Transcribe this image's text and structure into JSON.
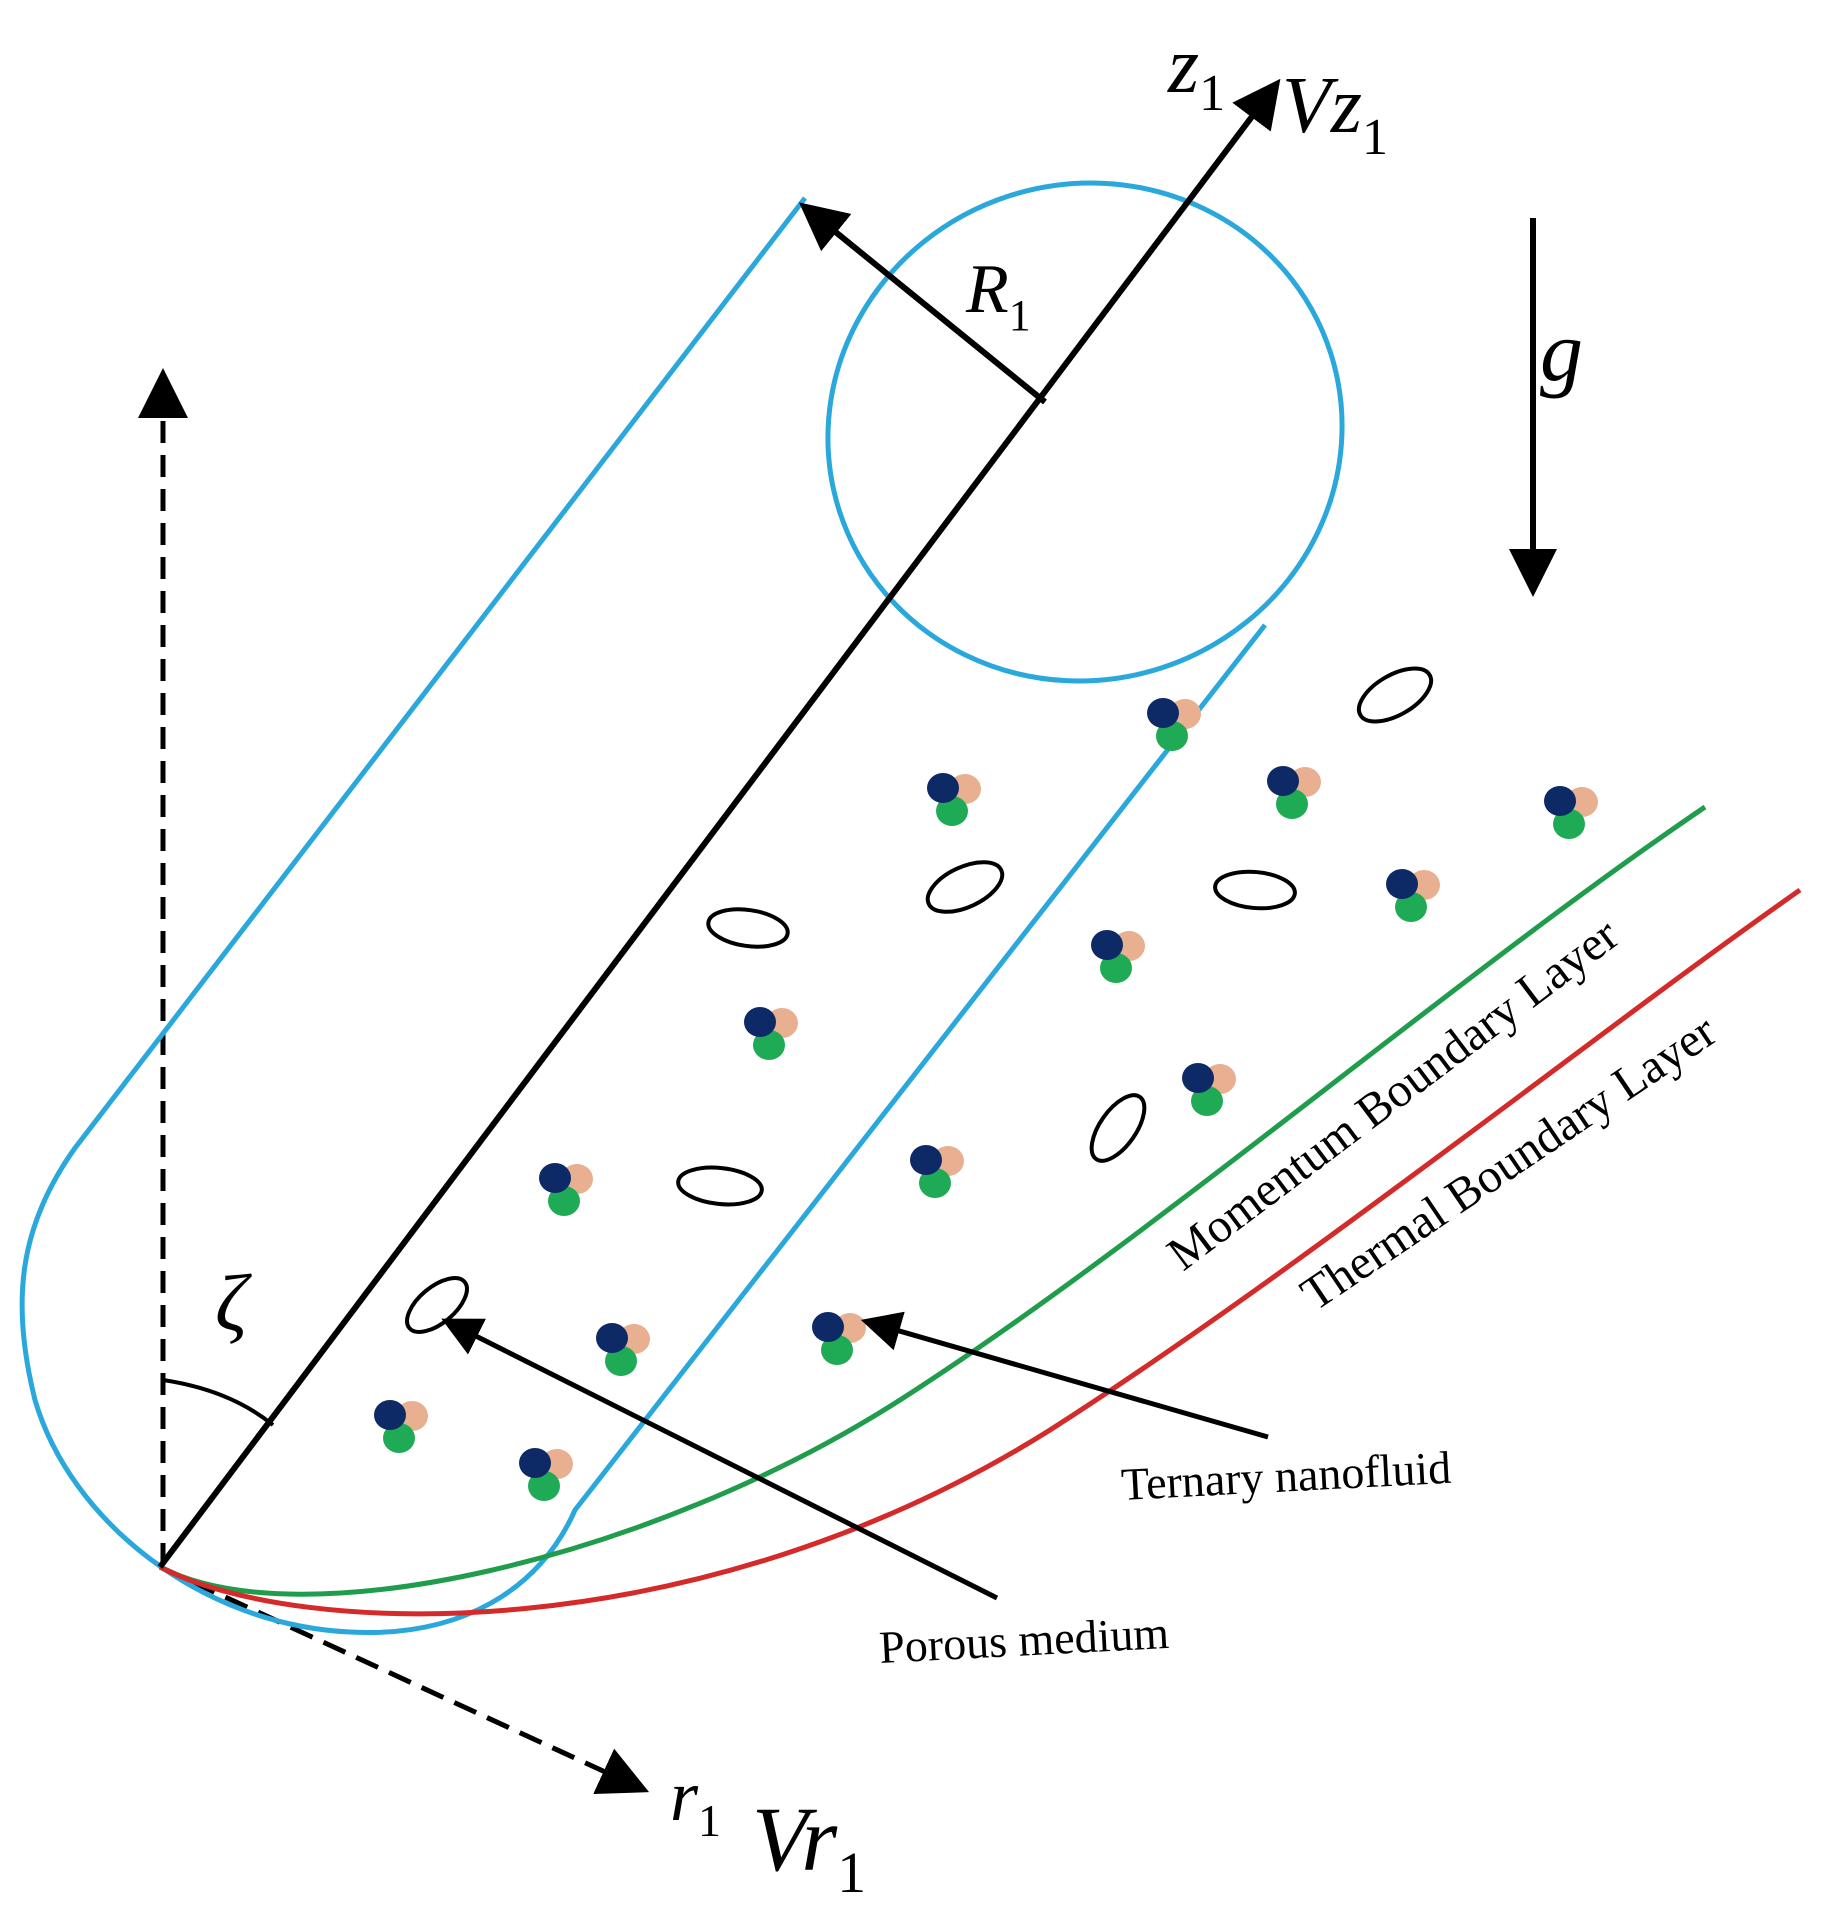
{
  "labels": {
    "z_axis": {
      "main": "z",
      "sub": "1"
    },
    "vz": {
      "main": "Vz",
      "sub": "1"
    },
    "radius": {
      "main": "R",
      "sub": "1"
    },
    "gravity": "g",
    "angle": "ζ",
    "r_axis": {
      "main": "r",
      "sub": "1"
    },
    "vr": {
      "main": "Vr",
      "sub": "1"
    },
    "momentum_layer": "Momentum Boundary Layer",
    "thermal_layer": "Thermal Boundary Layer",
    "ternary_nanofluid": "Ternary nanofluid",
    "porous_medium": "Porous medium"
  },
  "colors": {
    "cylinder": "#2aa8dc",
    "momentum_layer": "#1f9d4c",
    "thermal_layer": "#d42a2a",
    "particle_navy": "#0e2a66",
    "particle_peach": "#e8b090",
    "particle_green": "#1faa55",
    "ink": "#000000"
  }
}
